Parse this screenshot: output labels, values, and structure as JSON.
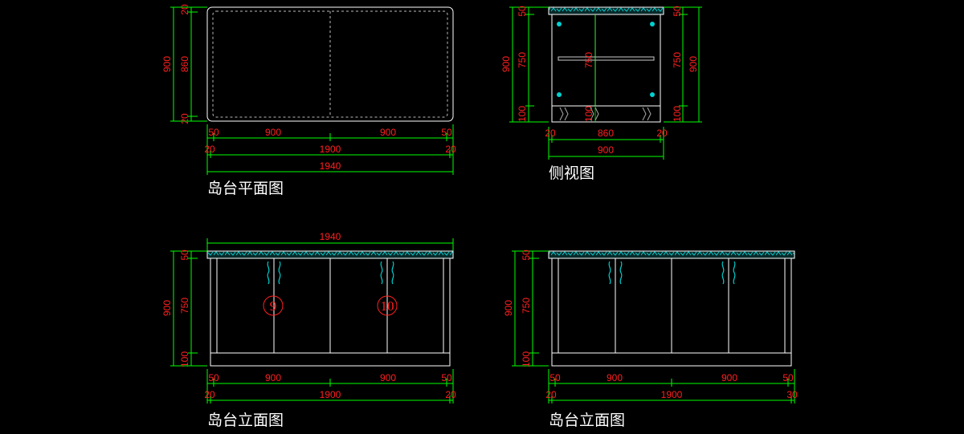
{
  "colors": {
    "background": "#000000",
    "outline": "#ffffff",
    "dimension_line": "#00ff00",
    "dimension_text": "#ff2020",
    "hardware": "#00d0d0"
  },
  "views": {
    "plan": {
      "title": "岛台平面图",
      "dims_right": [
        "20",
        "860",
        "20"
      ],
      "dims_left": "900",
      "dims_bottom_row1": [
        "50",
        "900",
        "900",
        "50"
      ],
      "dims_bottom_row2": [
        "20",
        "1900",
        "20"
      ],
      "dims_bottom_row3": "1940"
    },
    "side": {
      "title": "侧视图",
      "dims_left_inner": [
        "50",
        "750",
        "100"
      ],
      "dims_left_outer": "900",
      "dims_right_inner": [
        "50",
        "750",
        "100"
      ],
      "dims_right_outer": "900",
      "dims_inside": [
        "750",
        "100"
      ],
      "dims_bottom_row1": [
        "20",
        "860",
        "20"
      ],
      "dims_bottom_row2": "900"
    },
    "elev_left": {
      "title": "岛台立面图",
      "dims_top": "1940",
      "dims_left_inner": [
        "50",
        "750",
        "100"
      ],
      "dims_left_outer": "900",
      "dims_bottom_row1": [
        "50",
        "900",
        "900",
        "50"
      ],
      "dims_bottom_row2": [
        "20",
        "1900",
        "20"
      ],
      "callouts": [
        "9",
        "10"
      ]
    },
    "elev_right": {
      "title": "岛台立面图",
      "dims_left_inner": [
        "50",
        "750",
        "100"
      ],
      "dims_left_outer": "900",
      "dims_bottom_row1": [
        "50",
        "900",
        "900",
        "50"
      ],
      "dims_bottom_row2": [
        "20",
        "1900",
        "30"
      ]
    }
  }
}
